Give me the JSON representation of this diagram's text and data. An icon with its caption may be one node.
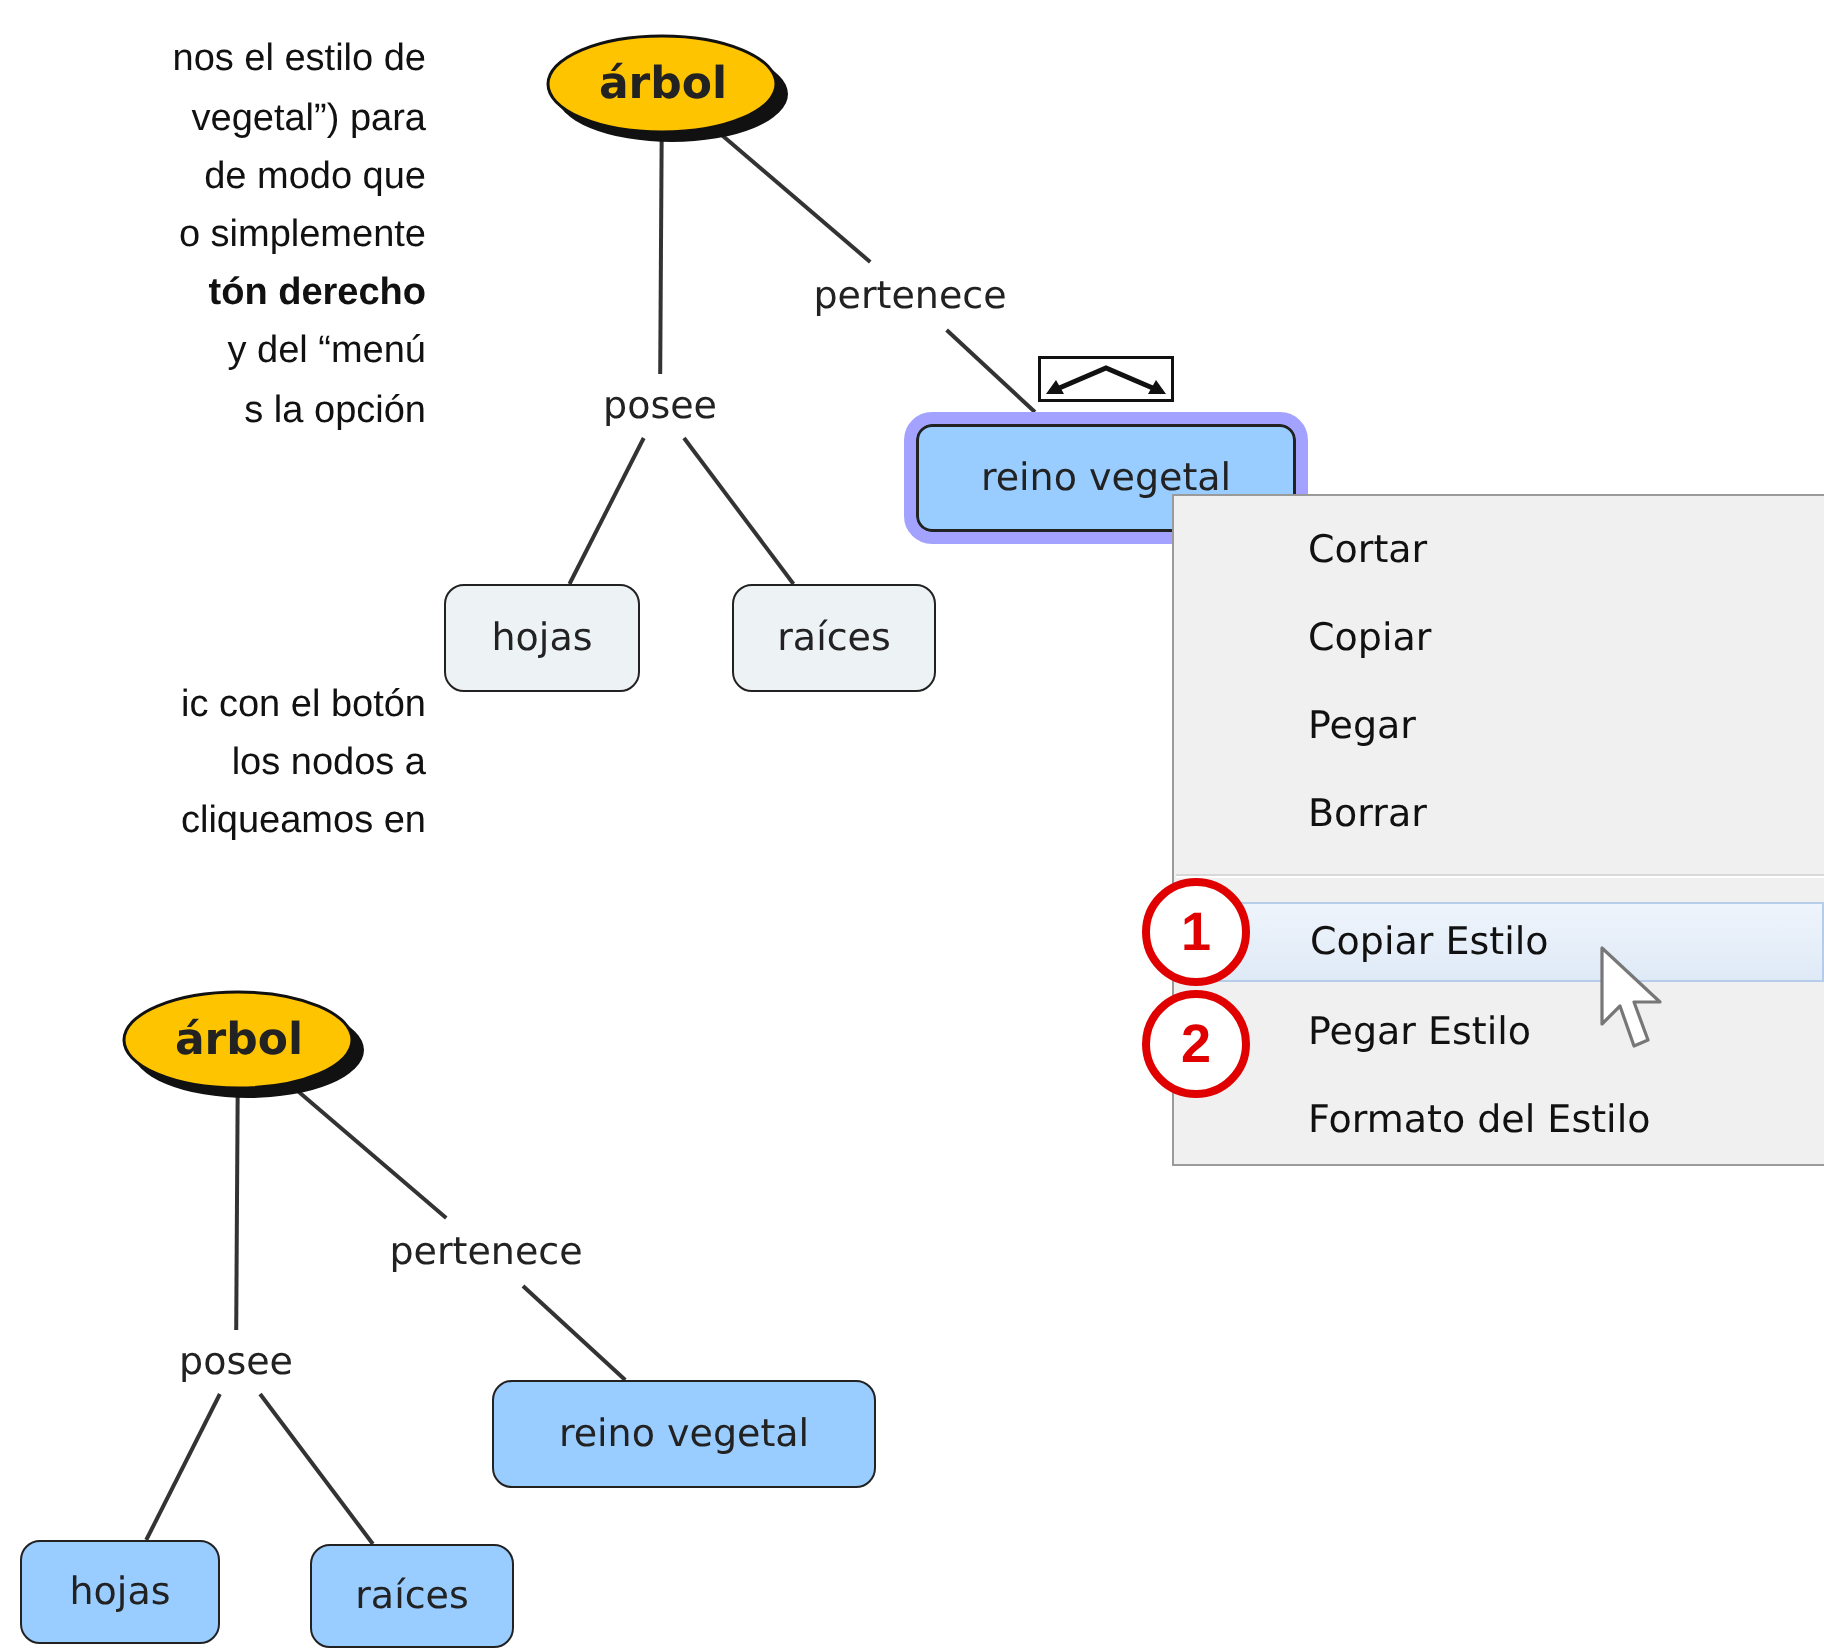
{
  "diagram": {
    "nodes": [
      {
        "text": [
          "árbol"
        ]
      },
      {
        "text": [
          "posee"
        ]
      },
      {
        "text": [
          "pertenece"
        ]
      },
      {
        "text": [
          "hojas"
        ]
      },
      {
        "text": [
          "raíces"
        ]
      },
      {
        "text": [
          "reino vegetal"
        ]
      },
      {
        "text": [
          "árbol"
        ]
      },
      {
        "text": [
          "pertenece"
        ]
      },
      {
        "text": [
          "posee"
        ]
      },
      {
        "text": [
          "reino vegetal"
        ]
      },
      {
        "text": [
          "hojas"
        ]
      },
      {
        "text": [
          "raíces"
        ]
      }
    ],
    "edges": [
      {
        "from": 0,
        "to": 1,
        "arrow": "none"
      },
      {
        "from": 0,
        "to": 2,
        "arrow": "none"
      },
      {
        "from": 1,
        "to": 3,
        "arrow": "none"
      },
      {
        "from": 1,
        "to": 4,
        "arrow": "none"
      },
      {
        "from": 2,
        "to": 5,
        "arrow": "none"
      },
      {
        "from": 6,
        "to": 7,
        "arrow": "none"
      },
      {
        "from": 6,
        "to": 8,
        "arrow": "none"
      },
      {
        "from": 8,
        "to": 10,
        "arrow": "none"
      },
      {
        "from": 8,
        "to": 11,
        "arrow": "none"
      },
      {
        "from": 7,
        "to": 9,
        "arrow": "none"
      }
    ],
    "labels": [
      "nos el estilo de",
      "vegetal”) para",
      "de modo que",
      "o simplemente",
      "**tón derecho**",
      "y del “menú",
      "s la opción",
      "ic con el botón",
      "los nodos a",
      "cliqueamos en",
      "Cortar",
      "Copiar",
      "Pegar",
      "Borrar",
      "1",
      "Copiar Estilo",
      "2",
      "Pegar Estilo",
      "Formato del Estilo"
    ]
  }
}
